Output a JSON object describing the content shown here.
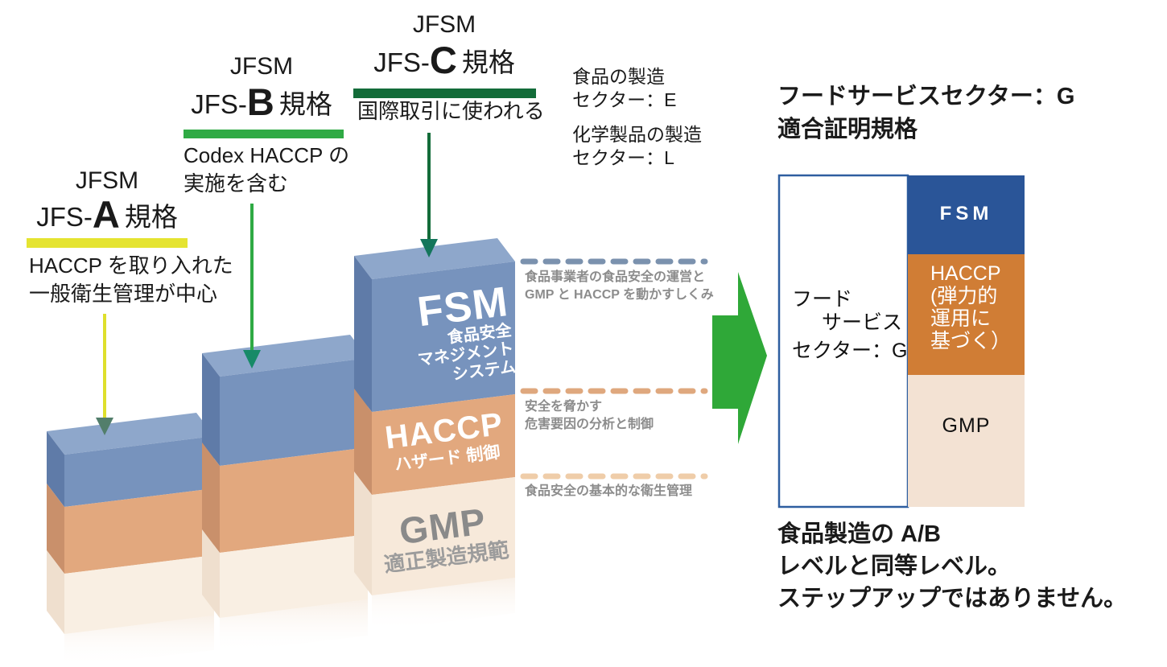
{
  "annotations": {
    "a": {
      "org": "JFSM",
      "prefix": "JFS-",
      "letter": "A",
      "suffix": "規格",
      "desc1": "HACCP を取り入れた",
      "desc2": "一般衛生管理が中心"
    },
    "b": {
      "org": "JFSM",
      "prefix": "JFS-",
      "letter": "B",
      "suffix": "規格",
      "desc1": "Codex HACCP の",
      "desc2": "実施を含む"
    },
    "c": {
      "org": "JFSM",
      "prefix": "JFS-",
      "letter": "C",
      "suffix": "規格",
      "desc1": "国際取引に使われる"
    }
  },
  "sectors": {
    "line1": "食品の製造",
    "line2": "セクター：E",
    "line3": "化学製品の製造",
    "line4": "セクター：L"
  },
  "blocks": {
    "fsm_title": "FSM",
    "fsm_sub1": "食品安全",
    "fsm_sub2": "マネジメント",
    "fsm_sub3": "システム",
    "haccp_title": "HACCP",
    "haccp_sub": "ハザード 制御",
    "gmp_title": "GMP",
    "gmp_sub": "適正製造規範"
  },
  "callouts": {
    "c1l1": "食品事業者の食品安全の運営と",
    "c1l2": "GMP と HACCP を動かすしくみ",
    "c2l1": "安全を脅かす",
    "c2l2": "危害要因の分析と制御",
    "c3l1": "食品安全の基本的な衛生管理"
  },
  "right_panel": {
    "heading1": "フードサービスセクター：G",
    "heading2": "適合証明規格",
    "box_line1": "フード",
    "box_line2": "サービス",
    "box_line3": "セクター：G",
    "fsm": "FSM",
    "haccp_l1": "HACCP",
    "haccp_l2": "(弾力的",
    "haccp_l3": "運用に",
    "haccp_l4": "基づく）",
    "gmp": "GMP",
    "footer1": "食品製造の A/B",
    "footer2": "レベルと同等レベル。",
    "footer3": "ステップアップではありません。"
  },
  "colors": {
    "block_front_blue": "#7793BD",
    "block_top_blue": "#8EA7CB",
    "block_side_blue": "#5F7BA8",
    "block_front_orange": "#E2A87E",
    "block_side_orange": "#C9906B",
    "block_front_cream": "#F9EFE3",
    "block_side_cream": "#EFDFCE",
    "underline_a_yellow": "#E5E431",
    "underline_b_green": "#2FAA44",
    "underline_c_green": "#136C39",
    "arrowhead_teal": "#14765B",
    "dash_blue": "#7B92AE",
    "dash_orange": "#DFA87E",
    "dash_tan": "#EFCDA9",
    "big_arrow_green": "#2FA838",
    "panel_fsm_blue": "#2A5598",
    "panel_haccp_orange": "#D07D35",
    "panel_gmp_cream": "#F3E2D3",
    "panel_border_blue": "#2E5EA0"
  }
}
